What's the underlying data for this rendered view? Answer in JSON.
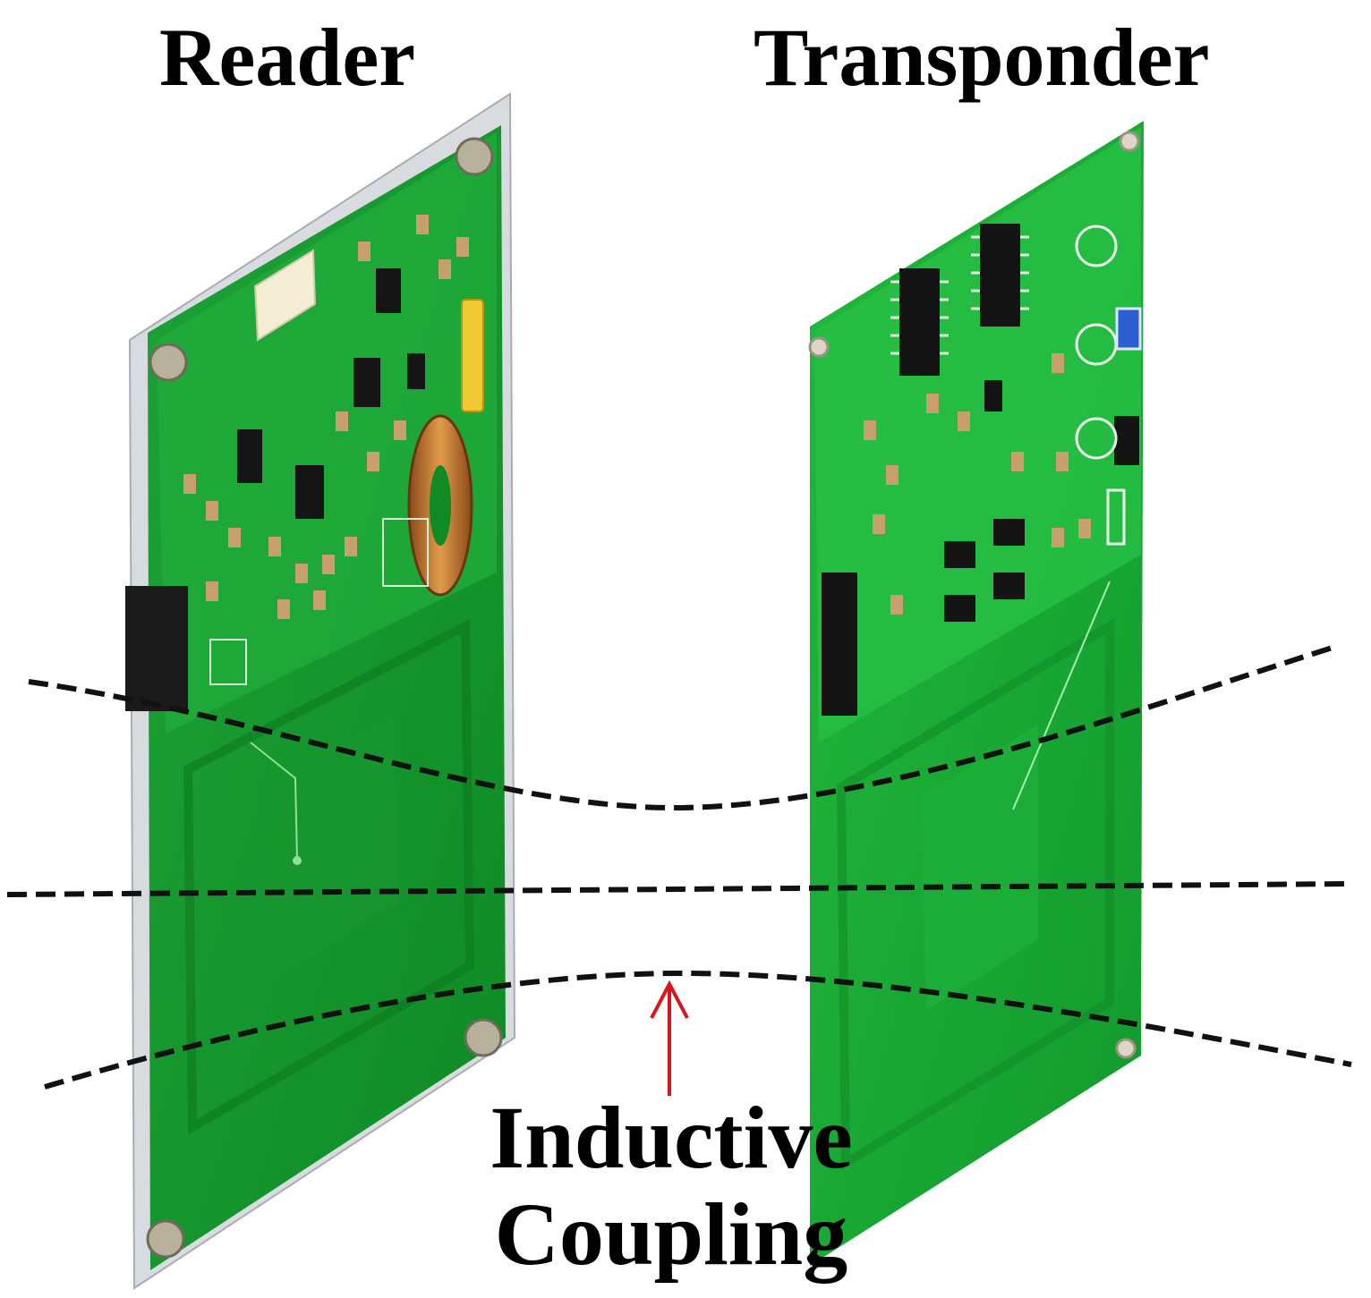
{
  "labels": {
    "reader": "Reader",
    "transponder": "Transponder",
    "coupling_line1": "Inductive",
    "coupling_line2": "Coupling"
  },
  "colors": {
    "pcb_green": "#139a2a",
    "pcb_green_light": "#2bb840",
    "pcb_green_dark": "#0b6b1b",
    "field_line": "#111111",
    "arrow": "#d9141c",
    "toroid": "#c8782a",
    "connector": "#f0c830"
  },
  "icons": {
    "reader_board": "pcb-board",
    "transponder_board": "pcb-board",
    "field_lines": "dashed-magnetic-field-lines",
    "coupling_arrow": "up-arrow"
  }
}
